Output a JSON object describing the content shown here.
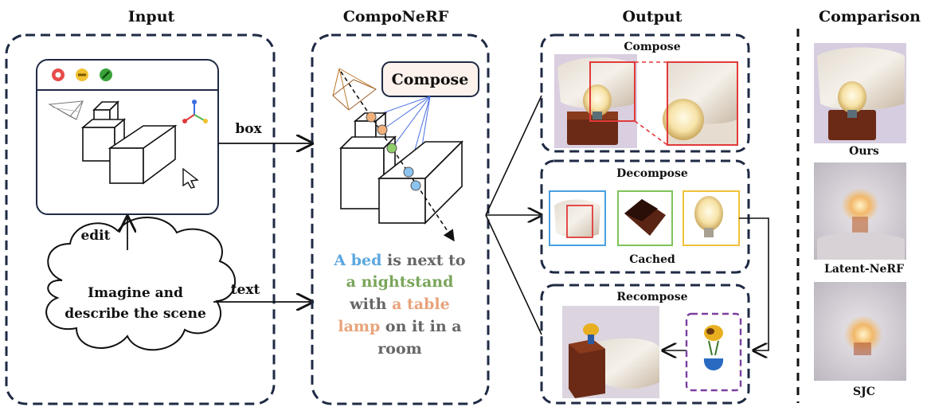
{
  "sections": {
    "input": "Input",
    "componerf": "CompoNeRF",
    "output": "Output",
    "comparison": "Comparison"
  },
  "input": {
    "edge_box": "box",
    "edge_edit": "edit",
    "edge_text": "text",
    "cloud_line1": "Imagine and",
    "cloud_line2": "describe the scene"
  },
  "componerf": {
    "compose_label": "Compose",
    "sentence": [
      [
        {
          "t": "A bed",
          "c": "#5aa7e0"
        },
        {
          "t": " is next to",
          "c": "#666666"
        }
      ],
      [
        {
          "t": "a nightstand",
          "c": "#7aa55a"
        }
      ],
      [
        {
          "t": "with ",
          "c": "#666666"
        },
        {
          "t": "a table",
          "c": "#e8a37a"
        }
      ],
      [
        {
          "t": "lamp",
          "c": "#e8a37a"
        },
        {
          "t": " on it in a",
          "c": "#666666"
        }
      ],
      [
        {
          "t": "room",
          "c": "#666666"
        }
      ]
    ]
  },
  "output": {
    "compose": "Compose",
    "decompose": "Decompose",
    "cached": "Cached",
    "recompose": "Recompose"
  },
  "comparison": {
    "items": [
      "Ours",
      "Latent-NeRF",
      "SJC"
    ]
  },
  "colors": {
    "panel_border": "#1f2a44",
    "red": "#e03a3a",
    "blue": "#4a9fe0",
    "green": "#7fc35a",
    "yellow": "#f0c23a",
    "purple": "#7b3fa0"
  }
}
